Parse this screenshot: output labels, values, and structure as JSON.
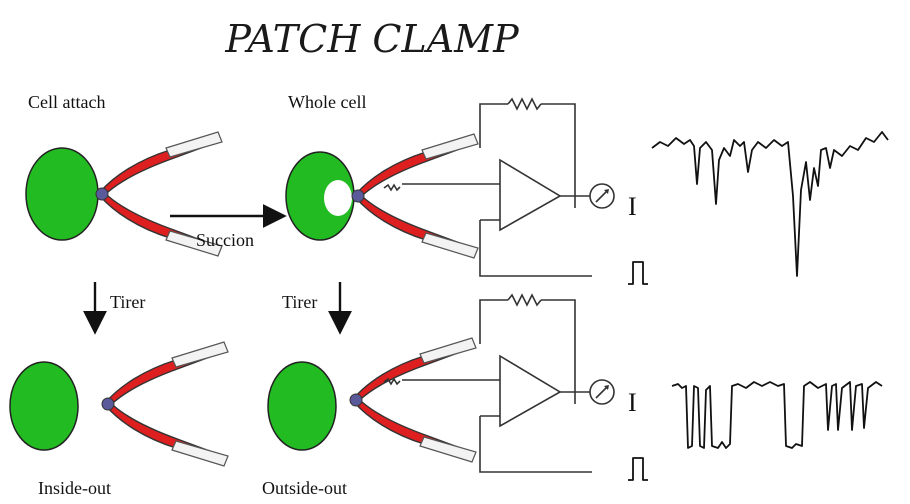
{
  "title": "PATCH CLAMP",
  "configs": {
    "cell_attach": "Cell attach",
    "whole_cell": "Whole cell",
    "inside_out": "Inside-out",
    "outside_out": "Outside-out"
  },
  "actions": {
    "suction": "Succion",
    "pull_left": "Tirer",
    "pull_right": "Tirer"
  },
  "circuit": {
    "current_symbol_top": "I",
    "current_symbol_bottom": "I"
  },
  "colors": {
    "cell": "#22bb22",
    "pipette": "#dd1f1f"
  }
}
